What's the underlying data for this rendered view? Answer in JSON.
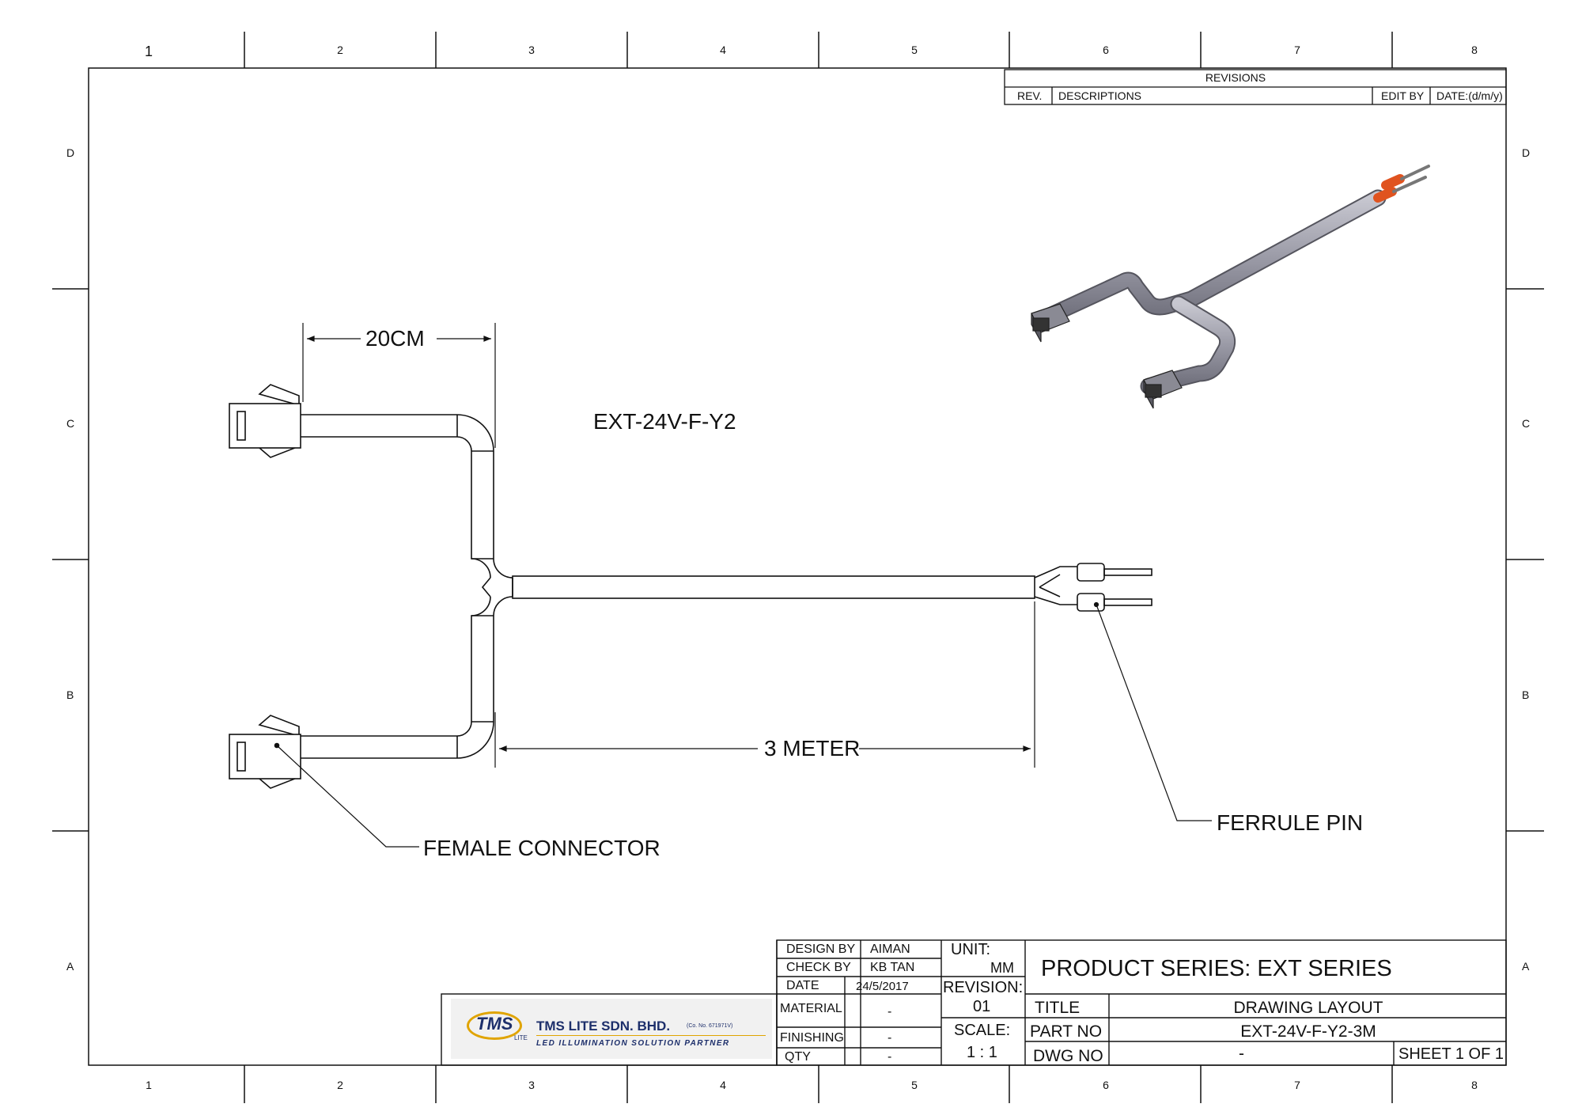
{
  "zones": {
    "columns": [
      "1",
      "2",
      "3",
      "4",
      "5",
      "6",
      "7",
      "8"
    ],
    "rows": [
      "D",
      "C",
      "B",
      "A"
    ]
  },
  "revisions": {
    "title": "REVISIONS",
    "headers": {
      "rev": "REV.",
      "descriptions": "DESCRIPTIONS",
      "edit_by": "EDIT BY",
      "date": "DATE:(d/m/y)"
    }
  },
  "drawing": {
    "model_label": "EXT-24V-F-Y2",
    "dim_branch": "20CM",
    "dim_main": "3 METER",
    "callout_connector": "FEMALE CONNECTOR",
    "callout_ferrule": "FERRULE PIN"
  },
  "company": {
    "logo_text": "TMS",
    "logo_sub": "LITE",
    "name": "TMS LITE SDN. BHD.",
    "reg_no": "(Co. No. 671971V)",
    "tagline": "LED ILLUMINATION SOLUTION PARTNER"
  },
  "title_block": {
    "design_by_label": "DESIGN BY",
    "design_by": "AIMAN",
    "check_by_label": "CHECK BY",
    "check_by": "KB TAN",
    "date_label": "DATE",
    "date": "24/5/2017",
    "material_label": "MATERIAL",
    "material": "-",
    "finishing_label": "FINISHING",
    "finishing": "-",
    "qty_label": "QTY",
    "qty": "-",
    "unit_label": "UNIT:",
    "unit": "MM",
    "revision_label": "REVISION:",
    "revision": "01",
    "scale_label": "SCALE:",
    "scale": "1 : 1",
    "product_series": "PRODUCT SERIES:  EXT SERIES",
    "title_label": "TITLE",
    "title": "DRAWING LAYOUT",
    "part_no_label": "PART NO",
    "part_no": "EXT-24V-F-Y2-3M",
    "dwg_no_label": "DWG NO",
    "dwg_no": "-",
    "sheet": "SHEET 1 OF 1"
  },
  "colors": {
    "line": "#111111",
    "cable_3d": "#9a9aa6",
    "ferrule_3d": "#e0531f"
  }
}
